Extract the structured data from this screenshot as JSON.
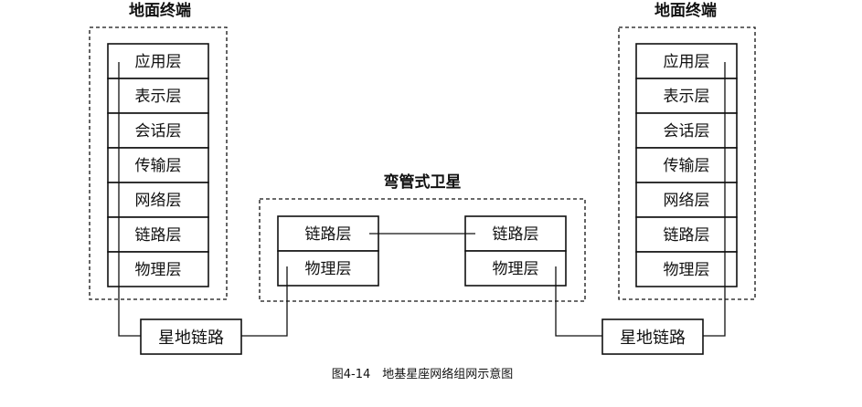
{
  "left_terminal": {
    "title": "地面终端",
    "layers": [
      "应用层",
      "表示层",
      "会话层",
      "传输层",
      "网络层",
      "链路层",
      "物理层"
    ]
  },
  "right_terminal": {
    "title": "地面终端",
    "layers": [
      "应用层",
      "表示层",
      "会话层",
      "传输层",
      "网络层",
      "链路层",
      "物理层"
    ]
  },
  "satellite": {
    "title": "弯管式卫星",
    "left_stack": [
      "链路层",
      "物理层"
    ],
    "right_stack": [
      "链路层",
      "物理层"
    ]
  },
  "links": {
    "left": "星地链路",
    "right": "星地链路"
  },
  "caption": "图4-14　地基星座网络组网示意图"
}
